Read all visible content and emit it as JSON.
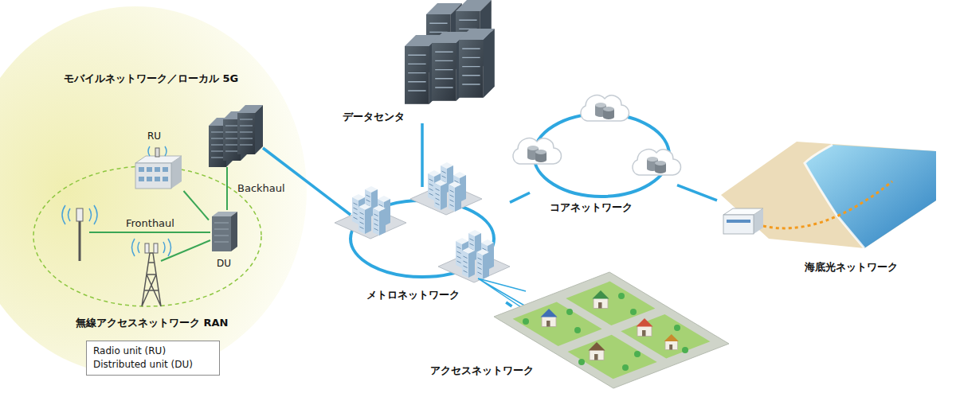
{
  "diagram": {
    "nodes": [
      {
        "text": [
          "モバイルネットワーク／ローカル 5G"
        ]
      },
      {
        "text": [
          "無線アクセスネットワーク RAN"
        ],
        "in": 0
      },
      {
        "text": [
          "RU"
        ],
        "in": 1
      },
      {
        "text": [
          "DU"
        ],
        "in": 1
      },
      {
        "text": [
          "Radio unit (RU) Distributed unit (DU)"
        ],
        "in": 0
      },
      {
        "text": [
          "データセンタ"
        ]
      },
      {
        "text": [
          "コアネットワーク"
        ]
      },
      {
        "text": [
          "海底光ネットワーク"
        ]
      },
      {
        "text": [
          "メトロネットワーク"
        ]
      },
      {
        "text": [
          "アクセスネットワーク"
        ]
      }
    ],
    "edges": [
      {
        "from": 2,
        "to": 3,
        "arrow": "none"
      },
      {
        "from": 8,
        "to": 5,
        "arrow": "none"
      },
      {
        "from": 8,
        "to": 6,
        "arrow": "none"
      },
      {
        "from": 6,
        "to": 7,
        "arrow": "none"
      },
      {
        "from": 8,
        "to": 9,
        "arrow": "none"
      }
    ],
    "labels": [
      "Backhaul",
      "Fronthaul"
    ]
  }
}
